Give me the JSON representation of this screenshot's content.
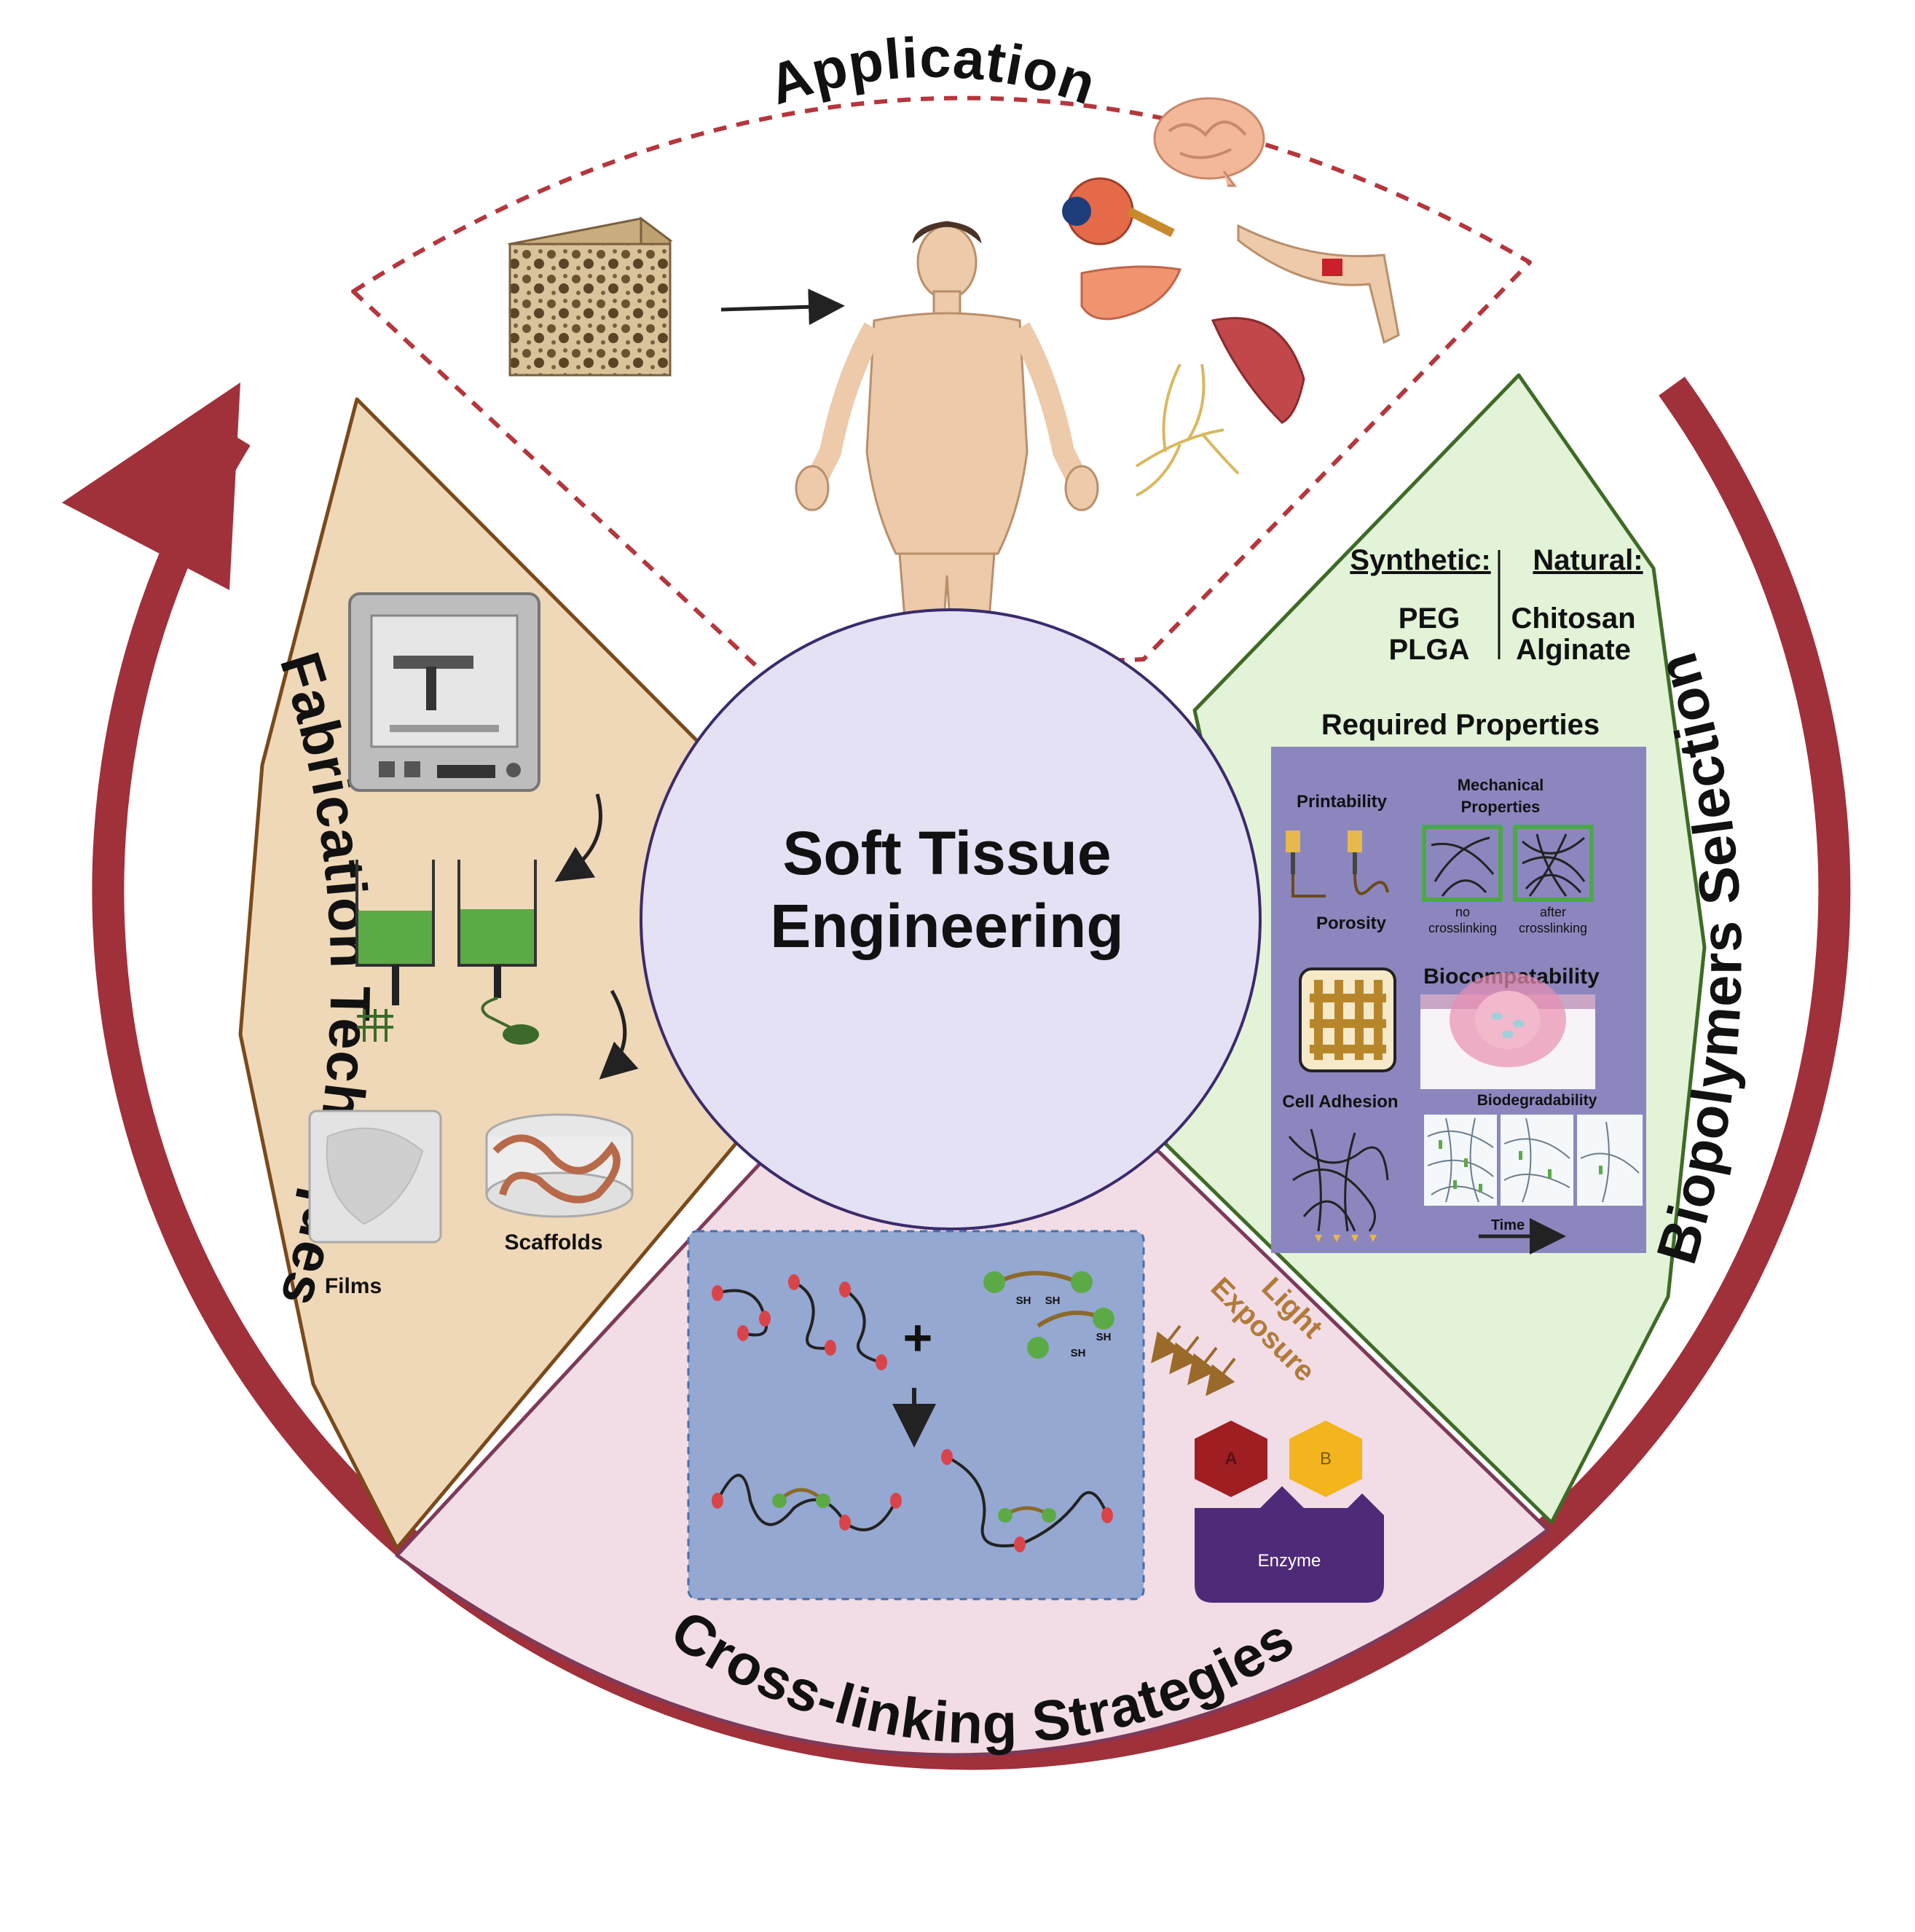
{
  "center": {
    "line1": "Soft Tissue",
    "line2": "Engineering"
  },
  "sections": {
    "application": {
      "title": "Application"
    },
    "biopolymers": {
      "title": "Biopolymers Selection",
      "synthetic_heading": "Synthetic:",
      "natural_heading": "Natural:",
      "synthetic_items": [
        "PEG",
        "PLGA"
      ],
      "natural_items": [
        "Chitosan",
        "Alginate"
      ],
      "required_heading": "Required Properties",
      "props": {
        "printability": "Printability",
        "mechanical_1": "Mechanical",
        "mechanical_2": "Properties",
        "no_cross_1": "no",
        "no_cross_2": "crosslinking",
        "after_cross_1": "after",
        "after_cross_2": "crosslinking",
        "porosity": "Porosity",
        "biocompat": "Biocompatability",
        "cell_adhesion": "Cell Adhesion",
        "biodegrad": "Biodegradability",
        "time": "Time"
      }
    },
    "crosslinking": {
      "title": "Cross-linking Strategies",
      "light_1": "Light",
      "light_2": "Exposure",
      "sh": "SH",
      "enzyme": "Enzyme",
      "substrate_a": "A",
      "substrate_b": "B"
    },
    "fabrication": {
      "title": "Fabrication Techniques",
      "films": "Films",
      "scaffolds": "Scaffolds"
    }
  },
  "colors": {
    "ring_arrow": "#a0303a",
    "application_border": "#b5363c",
    "fabrication_fill": "#efd8b8",
    "fabrication_border": "#7a4a1c",
    "biopolymers_fill": "#e2f3d8",
    "biopolymers_border": "#3e6b26",
    "crosslinking_fill": "#f2dde6",
    "crosslinking_border": "#7e3a5a",
    "center_fill": "#e4e1f5",
    "center_border": "#3b2b6b",
    "props_panel": "#8c86bf",
    "gel_panel": "#95a8d2"
  }
}
